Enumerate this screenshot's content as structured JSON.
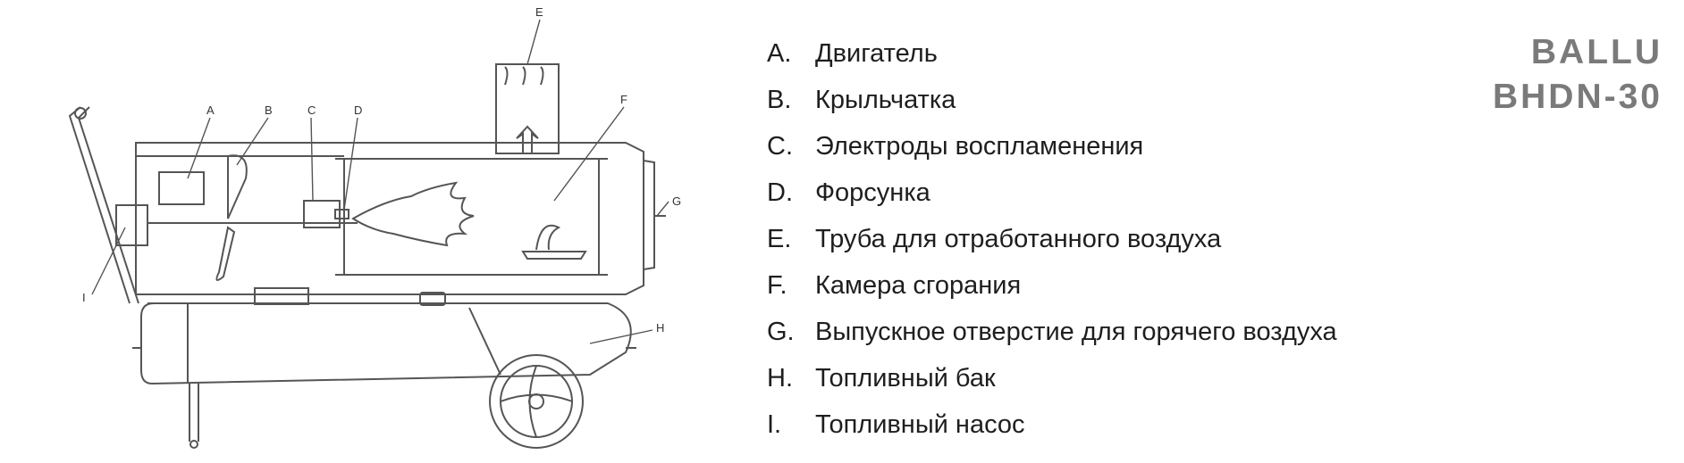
{
  "diagram": {
    "callouts": [
      "A",
      "B",
      "C",
      "D",
      "E",
      "F",
      "G",
      "H",
      "I"
    ]
  },
  "legend": [
    {
      "letter": "A.",
      "text": "Двигатель"
    },
    {
      "letter": "B.",
      "text": "Крыльчатка"
    },
    {
      "letter": "C.",
      "text": "Электроды воспламенения"
    },
    {
      "letter": "D.",
      "text": "Форсунка"
    },
    {
      "letter": "E.",
      "text": "Труба для отработанного воздуха"
    },
    {
      "letter": "F.",
      "text": "Камера сгорания"
    },
    {
      "letter": "G.",
      "text": "Выпускное отверстие для горячего воздуха"
    },
    {
      "letter": "H.",
      "text": "Топливный бак"
    },
    {
      "letter": "I.",
      "text": "Топливный насос"
    }
  ],
  "brand": {
    "line1": "BALLU",
    "line2": "BHDN-30"
  },
  "colors": {
    "line": "#555555",
    "brand": "#7a7a7a",
    "text": "#1e1e1e"
  }
}
